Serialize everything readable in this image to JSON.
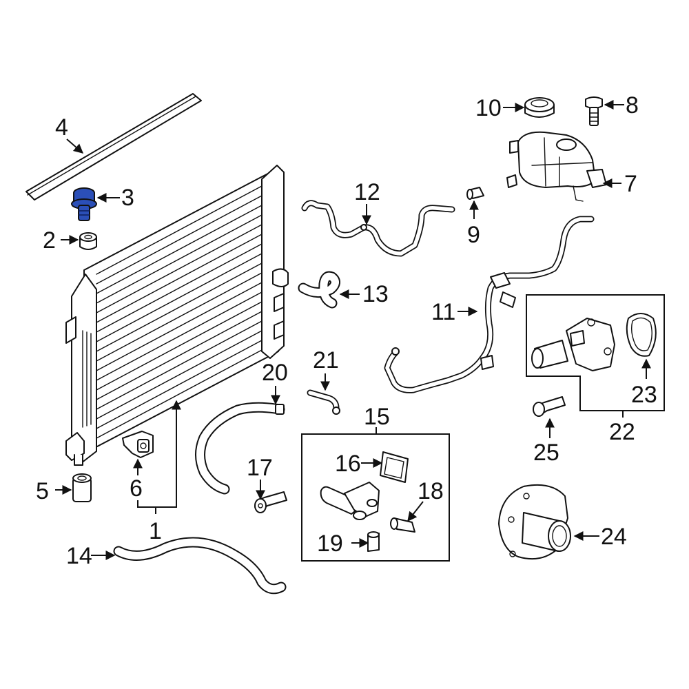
{
  "highlight_color": "#2b4fb8",
  "callouts": {
    "c1": "1",
    "c2": "2",
    "c3": "3",
    "c4": "4",
    "c5": "5",
    "c6": "6",
    "c7": "7",
    "c8": "8",
    "c9": "9",
    "c10": "10",
    "c11": "11",
    "c12": "12",
    "c13": "13",
    "c14": "14",
    "c15": "15",
    "c16": "16",
    "c17": "17",
    "c18": "18",
    "c19": "19",
    "c20": "20",
    "c21": "21",
    "c22": "22",
    "c23": "23",
    "c24": "24",
    "c25": "25"
  }
}
